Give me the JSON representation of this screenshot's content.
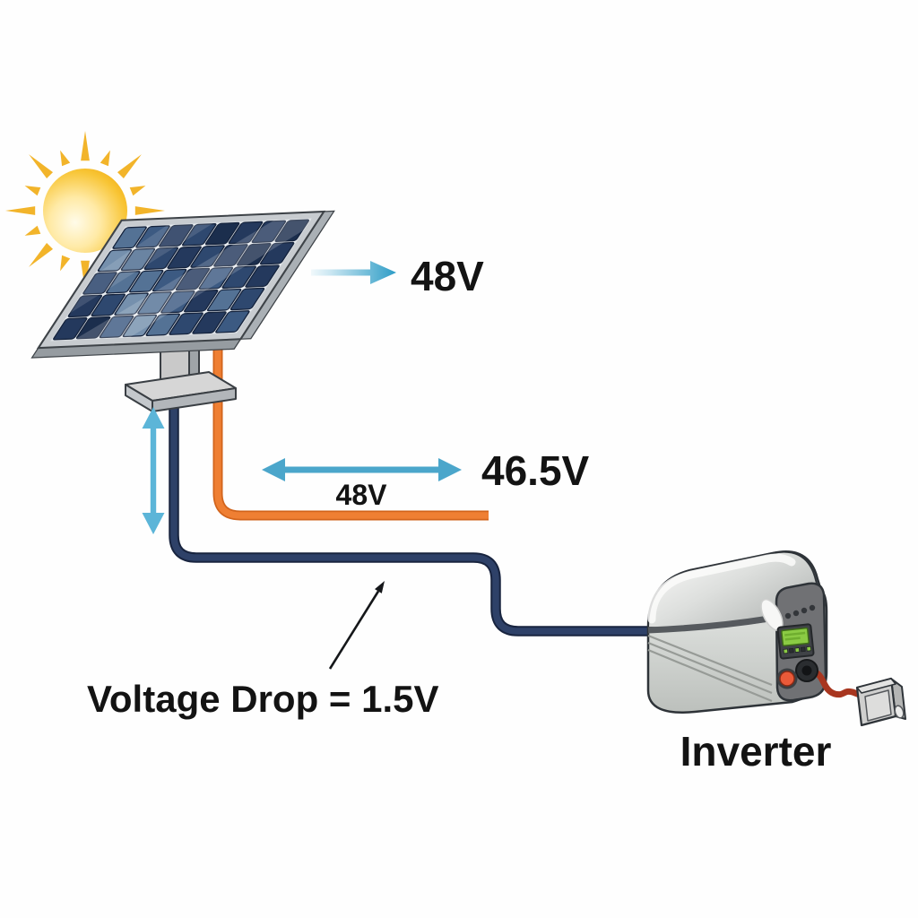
{
  "labels": {
    "panel_output_voltage": "48V",
    "cable_run_voltage": "48V",
    "inverter_input_voltage": "46.5V",
    "voltage_drop": "Voltage Drop = 1.5V",
    "inverter_name": "Inverter"
  },
  "icons": {
    "sun": "sun-icon",
    "solar_panel": "solar-panel-icon",
    "panel_stand": "panel-stand-icon",
    "inverter": "inverter-icon",
    "plug": "plug-icon",
    "output_arrow": "gradient-right-arrow-icon",
    "distance_arrow": "double-horizontal-arrow-icon",
    "height_arrow": "double-vertical-arrow-icon",
    "annotation_arrow": "thin-annotation-arrow-icon"
  },
  "colors": {
    "background": "#ffffff",
    "accent_teal_arrow": "#4ba6cb",
    "light_blue_arrow": "#5cb5d8",
    "gradient_arrow_end": "#2d9cc6",
    "positive_wire_orange": "#ef7f33",
    "negative_wire_navy": "#2e4168",
    "sun_gold": "#f5bb28",
    "panel_cell_blue": "#2e486f",
    "lcd_green": "#8bcb44",
    "power_button_red": "#ea5a39",
    "output_cable_red": "#a8361f",
    "label_text": "#131313"
  }
}
